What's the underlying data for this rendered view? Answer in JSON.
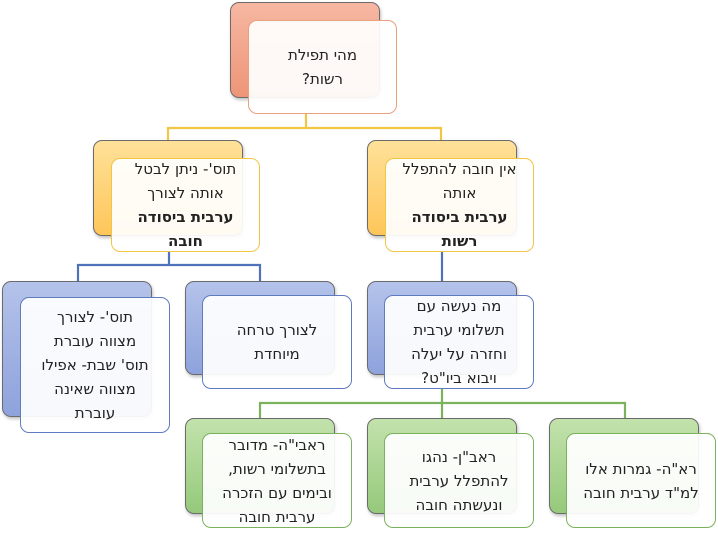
{
  "colors": {
    "level0": "#ef9c7f",
    "level1": "#fdc65a",
    "level2": "#8ea2dc",
    "level3": "#95c97b",
    "connector_top": "#f2c542",
    "connector_mid": "#4f72b8",
    "connector_bottom": "#7bb25e"
  },
  "root": {
    "line1": "מהי תפילת",
    "line2": "רשות?"
  },
  "left_branch": {
    "line1": "אין חובה להתפלל",
    "line2": "אותה",
    "bold_line1": "ערבית ביסודה",
    "bold_line2": "רשות"
  },
  "right_branch": {
    "line1": "תוס'- ניתן לבטל",
    "line2": "אותה לצורך",
    "bold_line1": "ערבית ביסודה",
    "bold_line2": "חובה"
  },
  "mitzvah_box": {
    "line1": "תוס'- לצורך",
    "line2": "מצווה עוברת",
    "line3": "תוס' שבת- אפילו",
    "line4": "מצווה שאינה",
    "line5": "עוברת"
  },
  "effort_box": {
    "line1": "לצורך טרחה",
    "line2": "מיוחדת"
  },
  "question_box": {
    "line1": "מה נעשה עם",
    "line2": "תשלומי ערבית",
    "line3": "וחזרה על יעלה",
    "line4": "ויבוא ביו\"ט?"
  },
  "answer_raavya": {
    "line1": "ראבי\"ה- מדובר",
    "line2": "בתשלומי רשות,",
    "line3": "ובימים עם הזכרה",
    "line4": "ערבית חובה"
  },
  "answer_raavan": {
    "line1": "ראב\"ן- נהגו",
    "line2": "להתפלל ערבית",
    "line3": "ונעשתה חובה"
  },
  "answer_rah": {
    "line1": "רא\"ה- גמרות אלו",
    "line2": "למ\"ד ערבית חובה"
  }
}
